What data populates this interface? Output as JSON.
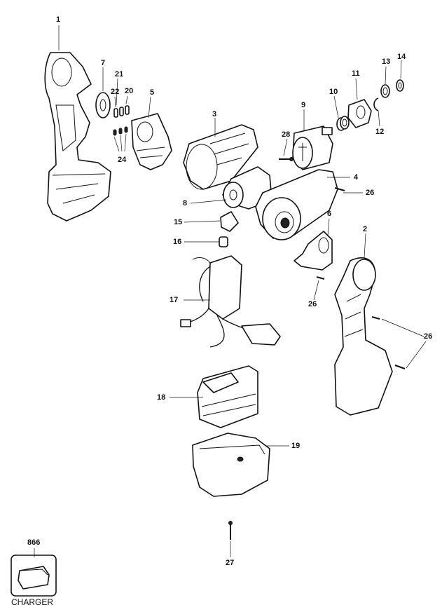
{
  "labels": {
    "p1": "1",
    "p2": "2",
    "p3": "3",
    "p4": "4",
    "p5": "5",
    "p6": "6",
    "p7": "7",
    "p8": "8",
    "p9": "9",
    "p10": "10",
    "p11": "11",
    "p12": "12",
    "p13": "13",
    "p14": "14",
    "p15": "15",
    "p16": "16",
    "p17": "17",
    "p18": "18",
    "p19": "19",
    "p20": "20",
    "p21": "21",
    "p22": "22",
    "p24": "24",
    "p26a": "26",
    "p26b": "26",
    "p26c": "26",
    "p27": "27",
    "p28": "28",
    "p866": "866"
  },
  "charger_caption": "CHARGER"
}
